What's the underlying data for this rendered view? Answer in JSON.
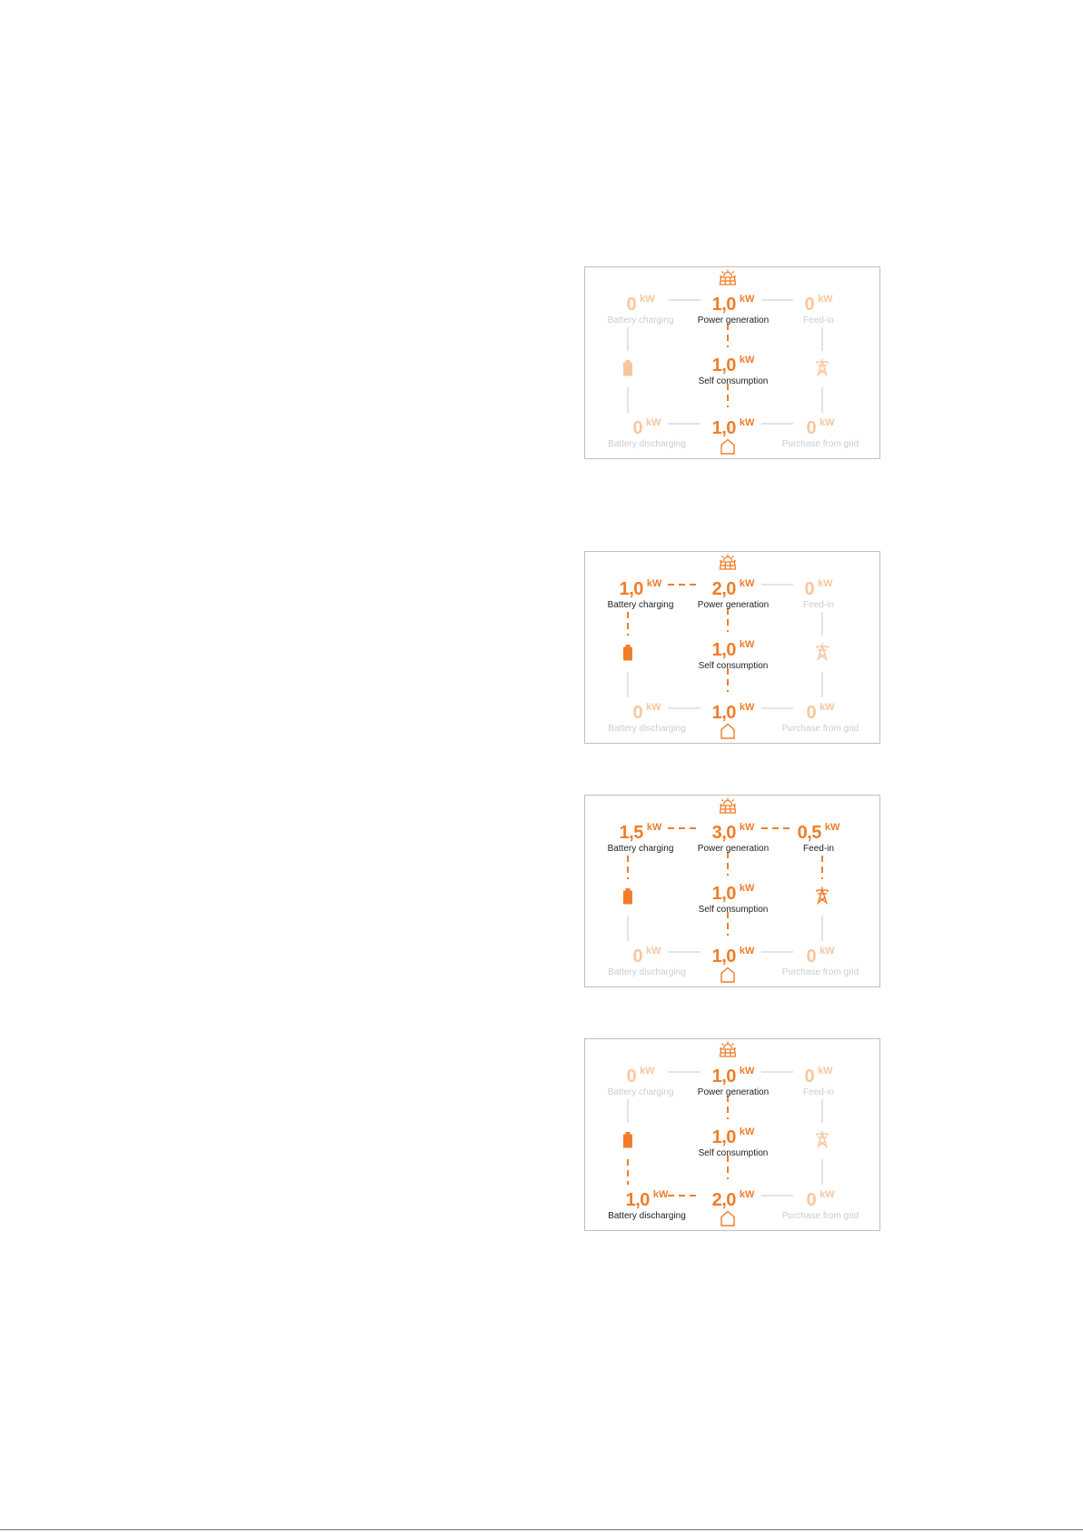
{
  "colors": {
    "active": "#f07d28",
    "inactive": "#f8c69e",
    "label_inactive": "#cccccc",
    "line_inactive": "#c8c8c8"
  },
  "icons": {
    "sun": "sun-panel-icon",
    "battery": "battery-icon",
    "grid": "grid-pylon-icon",
    "house": "house-icon"
  },
  "panels": [
    {
      "battery_charging": {
        "value": "0",
        "unit": "kW",
        "label": "Battery charging",
        "active": false
      },
      "power_generation": {
        "value": "1,0",
        "unit": "kW",
        "label": "Power generation",
        "active": true
      },
      "feed_in": {
        "value": "0",
        "unit": "kW",
        "label": "Feed-in",
        "active": false
      },
      "self_consumption": {
        "value": "1,0",
        "unit": "kW",
        "label": "Self consumption",
        "active": true
      },
      "battery_discharging": {
        "value": "0",
        "unit": "kW",
        "label": "Battery discharging",
        "active": false
      },
      "house": {
        "value": "1,0",
        "unit": "kW",
        "active": true
      },
      "purchase_from_grid": {
        "value": "0",
        "unit": "kW",
        "label": "Purchase from grid",
        "active": false
      },
      "battery_icon_active": false,
      "grid_icon_active": false
    },
    {
      "battery_charging": {
        "value": "1,0",
        "unit": "kW",
        "label": "Battery charging",
        "active": true
      },
      "power_generation": {
        "value": "2,0",
        "unit": "kW",
        "label": "Power generation",
        "active": true
      },
      "feed_in": {
        "value": "0",
        "unit": "kW",
        "label": "Feed-in",
        "active": false
      },
      "self_consumption": {
        "value": "1,0",
        "unit": "kW",
        "label": "Self consumption",
        "active": true
      },
      "battery_discharging": {
        "value": "0",
        "unit": "kW",
        "label": "Battery discharging",
        "active": false
      },
      "house": {
        "value": "1,0",
        "unit": "kW",
        "active": true
      },
      "purchase_from_grid": {
        "value": "0",
        "unit": "kW",
        "label": "Purchase from grid",
        "active": false
      },
      "battery_icon_active": true,
      "grid_icon_active": false
    },
    {
      "battery_charging": {
        "value": "1,5",
        "unit": "kW",
        "label": "Battery charging",
        "active": true
      },
      "power_generation": {
        "value": "3,0",
        "unit": "kW",
        "label": "Power generation",
        "active": true
      },
      "feed_in": {
        "value": "0,5",
        "unit": "kW",
        "label": "Feed-in",
        "active": true
      },
      "self_consumption": {
        "value": "1,0",
        "unit": "kW",
        "label": "Self consumption",
        "active": true
      },
      "battery_discharging": {
        "value": "0",
        "unit": "kW",
        "label": "Battery discharging",
        "active": false
      },
      "house": {
        "value": "1,0",
        "unit": "kW",
        "active": true
      },
      "purchase_from_grid": {
        "value": "0",
        "unit": "kW",
        "label": "Purchase from grid",
        "active": false
      },
      "battery_icon_active": true,
      "grid_icon_active": true
    },
    {
      "battery_charging": {
        "value": "0",
        "unit": "kW",
        "label": "Battery charging",
        "active": false
      },
      "power_generation": {
        "value": "1,0",
        "unit": "kW",
        "label": "Power generation",
        "active": true
      },
      "feed_in": {
        "value": "0",
        "unit": "kW",
        "label": "Feed-in",
        "active": false
      },
      "self_consumption": {
        "value": "1,0",
        "unit": "kW",
        "label": "Self consumption",
        "active": true
      },
      "battery_discharging": {
        "value": "1,0",
        "unit": "kW",
        "label": "Battery discharging",
        "active": true
      },
      "house": {
        "value": "2,0",
        "unit": "kW",
        "active": true
      },
      "purchase_from_grid": {
        "value": "0",
        "unit": "kW",
        "label": "Purchase from grid",
        "active": false
      },
      "battery_icon_active": true,
      "grid_icon_active": false
    }
  ]
}
